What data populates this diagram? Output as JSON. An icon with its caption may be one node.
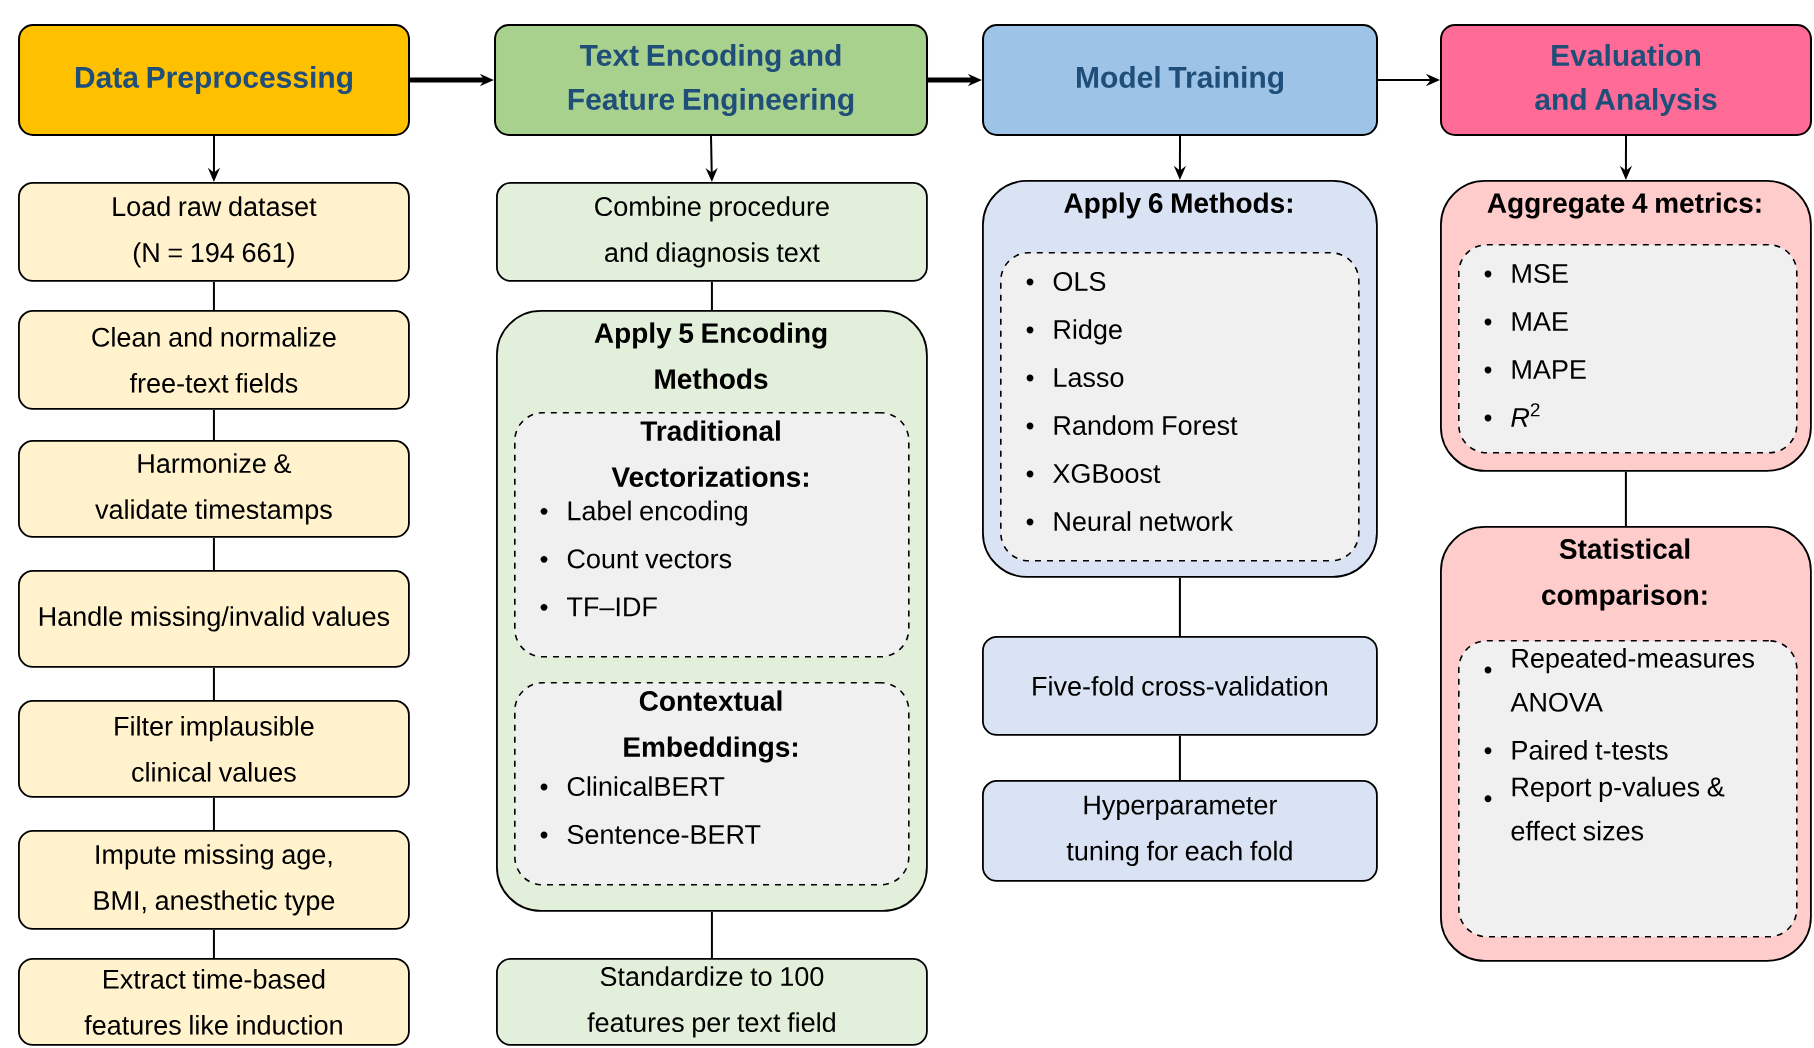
{
  "diagram": {
    "nodes": [
      {
        "text": [
          "Data Preprocessing"
        ]
      },
      {
        "text": [
          "Text Encoding and Feature Engineering"
        ]
      },
      {
        "text": [
          "Model Training"
        ]
      },
      {
        "text": [
          "Evaluation and Analysis"
        ]
      },
      {
        "text": [
          "Load raw dataset (N = 194 661)"
        ]
      },
      {
        "text": [
          "Clean and normalize free-text fields"
        ]
      },
      {
        "text": [
          "Harmonize & validate timestamps"
        ]
      },
      {
        "text": [
          "Handle missing/invalid values"
        ]
      },
      {
        "text": [
          "Filter implausible clinical values"
        ]
      },
      {
        "text": [
          "Impute missing age, BMI, anesthetic type"
        ]
      },
      {
        "text": [
          "Extract time-based features like induction"
        ]
      },
      {
        "text": [
          "Combine procedure and diagnosis text"
        ]
      },
      {
        "text": [
          "Apply 5 Encoding Methods"
        ]
      },
      {
        "text": [
          "Traditional Vectorizations:",
          "Label encoding",
          "Count vectors",
          "TF–IDF"
        ],
        "in": 12
      },
      {
        "text": [
          "Contextual Embeddings:",
          "ClinicalBERT",
          "Sentence-BERT"
        ],
        "in": 12
      },
      {
        "text": [
          "Standardize to 100 features per text field"
        ]
      },
      {
        "text": [
          "Apply 6 Methods:"
        ]
      },
      {
        "text": [
          "OLS",
          "Ridge",
          "Lasso",
          "Random Forest",
          "XGBoost",
          "Neural network"
        ],
        "in": 16
      },
      {
        "text": [
          "Five-fold cross-validation"
        ]
      },
      {
        "text": [
          "Hyperparameter tuning for each fold"
        ]
      },
      {
        "text": [
          "Aggregate 4 metrics:"
        ]
      },
      {
        "text": [
          "MSE",
          "MAE",
          "MAPE",
          "*R*$^{2}$"
        ],
        "in": 20
      },
      {
        "text": [
          "Statistical comparison:"
        ]
      },
      {
        "text": [
          "Repeated-measures ANOVA",
          "Paired t-tests",
          "Report p-values & effect sizes"
        ],
        "in": 22
      }
    ],
    "edges": [
      {
        "from": 0,
        "to": 1,
        "arrow": "to",
        "style": "thick"
      },
      {
        "from": 1,
        "to": 2,
        "arrow": "to",
        "style": "thick"
      },
      {
        "from": 2,
        "to": 3,
        "arrow": "to"
      },
      {
        "from": 0,
        "to": 4,
        "arrow": "to"
      },
      {
        "from": 4,
        "to": 5,
        "arrow": "none"
      },
      {
        "from": 5,
        "to": 6,
        "arrow": "none"
      },
      {
        "from": 6,
        "to": 7,
        "arrow": "none"
      },
      {
        "from": 7,
        "to": 8,
        "arrow": "none"
      },
      {
        "from": 8,
        "to": 9,
        "arrow": "none"
      },
      {
        "from": 9,
        "to": 10,
        "arrow": "none"
      },
      {
        "from": 1,
        "to": 11,
        "arrow": "to"
      },
      {
        "from": 11,
        "to": 12,
        "arrow": "none"
      },
      {
        "from": 12,
        "to": 15,
        "arrow": "none"
      },
      {
        "from": 2,
        "to": 16,
        "arrow": "to"
      },
      {
        "from": 16,
        "to": 18,
        "arrow": "none"
      },
      {
        "from": 18,
        "to": 19,
        "arrow": "none"
      },
      {
        "from": 3,
        "to": 20,
        "arrow": "to"
      },
      {
        "from": 20,
        "to": 22,
        "arrow": "none"
      }
    ]
  }
}
